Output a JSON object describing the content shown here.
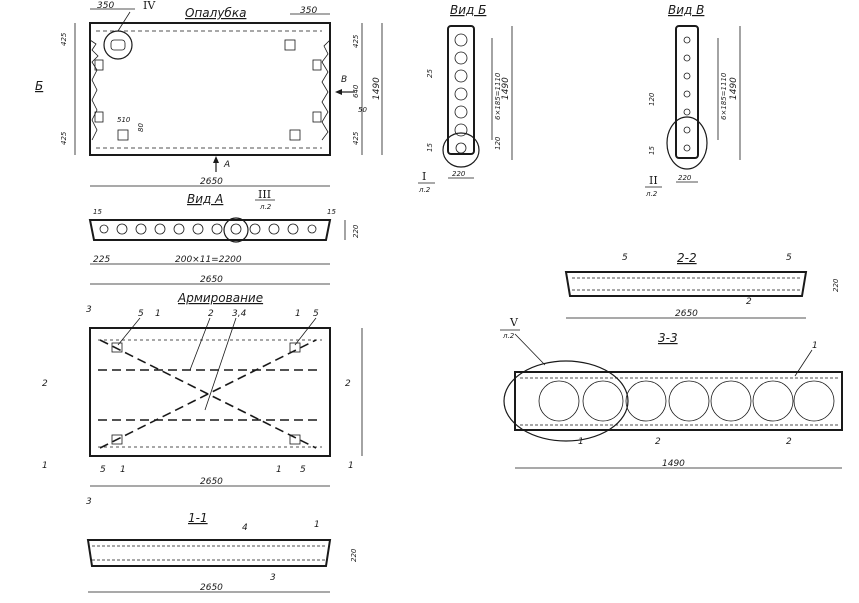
{
  "views": {
    "formwork": {
      "title": "Опалубка",
      "dim_left": "350",
      "dim_right": "350",
      "callout": "IV",
      "h_top": "425",
      "h_bot": "425",
      "h_mid": "640",
      "h_total": "1490",
      "w_total": "2650",
      "d50": "50",
      "d510": "510",
      "d80": "80",
      "side_b": "Б",
      "side_v": "В",
      "arrow_a": "А"
    },
    "view_b": {
      "title": "Вид Б",
      "pitch": "6×185=1110",
      "total": "1490",
      "d25": "25",
      "d120": "120",
      "d15": "15",
      "d220": "220",
      "callout": "I",
      "sheet": "л.2"
    },
    "view_v": {
      "title": "Вид В",
      "pitch": "6×185=1110",
      "total": "1490",
      "d120": "120",
      "d15": "15",
      "d220": "220",
      "callout": "II",
      "sheet": "л.2"
    },
    "view_a": {
      "title": "Вид А",
      "callout": "III",
      "sheet": "л.2",
      "d15a": "15",
      "d15b": "15",
      "d220": "220",
      "d225": "225",
      "pitch": "200×11=2200",
      "total": "2650"
    },
    "reinf": {
      "title": "Армирование",
      "marks": [
        "5",
        "1",
        "2",
        "3,4",
        "1",
        "5"
      ],
      "bottom_marks": [
        "5",
        "1",
        "1",
        "5"
      ],
      "sec2": "2",
      "sec1": "1",
      "sec3": "3",
      "total": "2650"
    },
    "sec11": {
      "title": "1-1",
      "mark4": "4",
      "mark1": "1",
      "mark3": "3",
      "d220": "220",
      "total": "2650"
    },
    "sec22": {
      "title": "2-2",
      "mark5a": "5",
      "mark5b": "5",
      "mark2": "2",
      "d220": "220",
      "total": "2650"
    },
    "sec33": {
      "title": "3-3",
      "callout": "V",
      "sheet": "л.2",
      "mark1a": "1",
      "mark1b": "1",
      "mark2a": "2",
      "mark2b": "2",
      "total": "1490"
    }
  }
}
